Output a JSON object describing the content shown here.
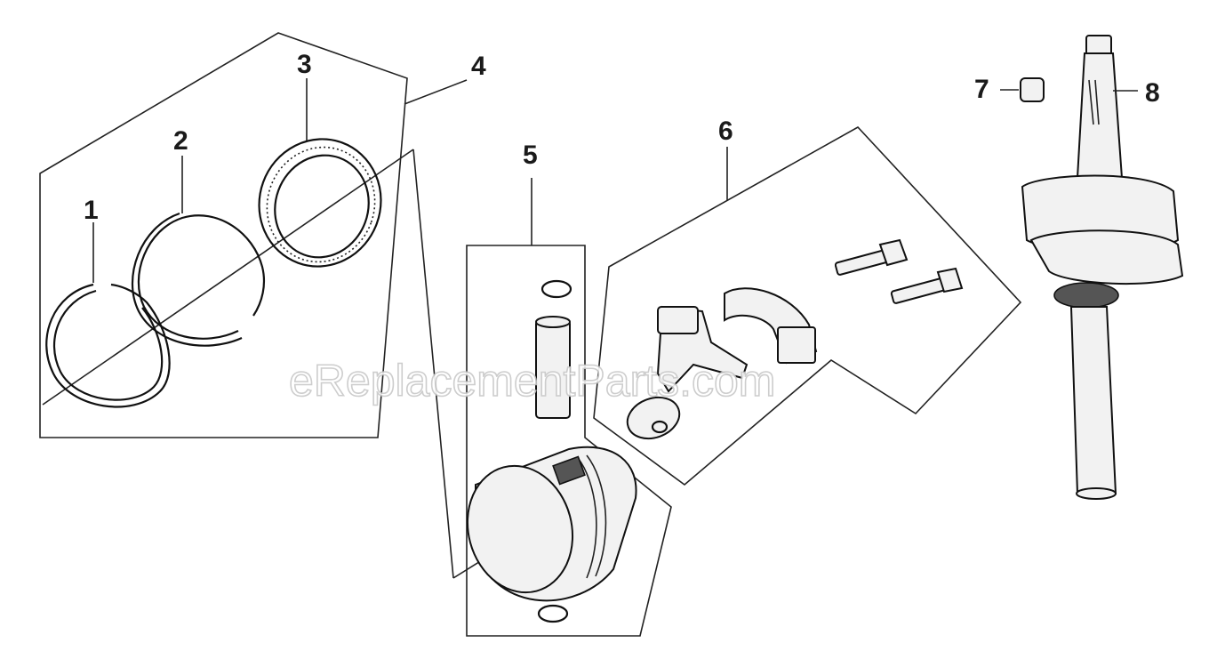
{
  "callouts": [
    {
      "number": "1",
      "part": "piston-ring-oil"
    },
    {
      "number": "2",
      "part": "piston-ring-second"
    },
    {
      "number": "3",
      "part": "piston-ring-top"
    },
    {
      "number": "4",
      "part": "piston-ring-set"
    },
    {
      "number": "5",
      "part": "piston-assembly"
    },
    {
      "number": "6",
      "part": "connecting-rod-assembly"
    },
    {
      "number": "7",
      "part": "key"
    },
    {
      "number": "8",
      "part": "crankshaft"
    }
  ],
  "watermark": "eReplacementParts.com"
}
